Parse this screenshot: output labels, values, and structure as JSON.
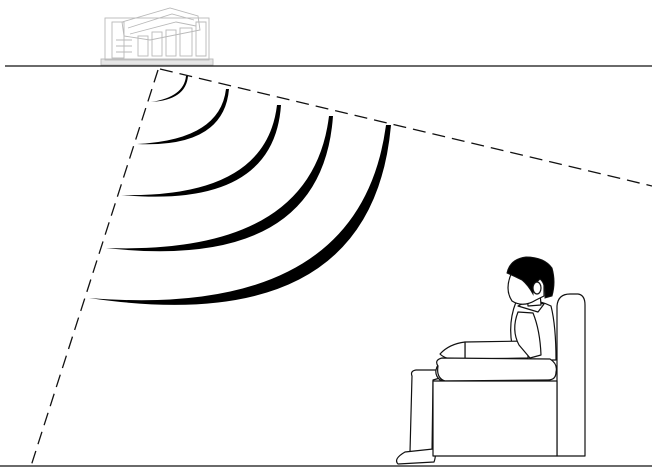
{
  "diagram": {
    "elements": [
      "ceiling-line",
      "floor-line",
      "ceiling-speaker",
      "coverage-cone",
      "sound-waves",
      "seated-listener",
      "armchair"
    ],
    "wave_count": 5,
    "colors": {
      "background": "#ffffff",
      "ink": "#111111",
      "speaker": "#b9b9b9"
    }
  }
}
